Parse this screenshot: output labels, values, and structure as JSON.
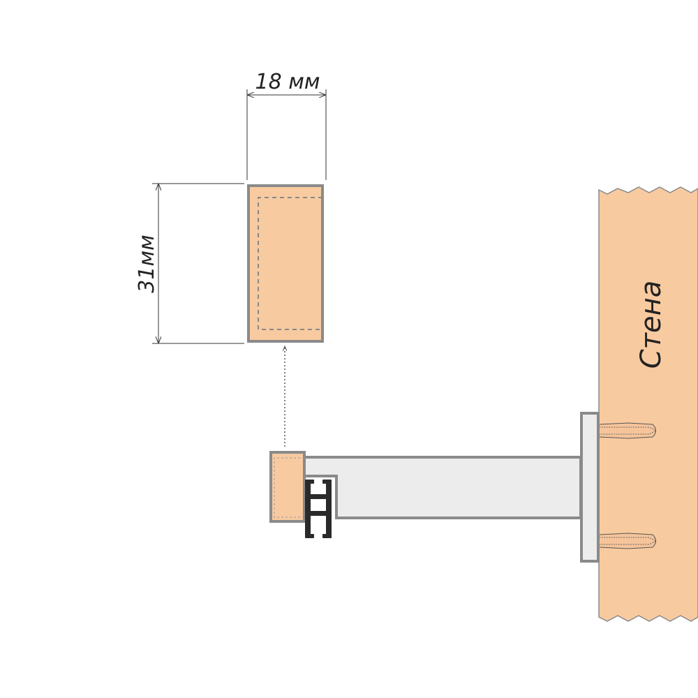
{
  "dimensions": {
    "width_label": "18 мм",
    "height_label": "31мм"
  },
  "wall_label": "Стена",
  "colors": {
    "wood": "#f8caa0",
    "outline": "#8a8a8a",
    "metal": "#ebeceb",
    "profile": "#2a2a2a",
    "line": "#333333"
  }
}
